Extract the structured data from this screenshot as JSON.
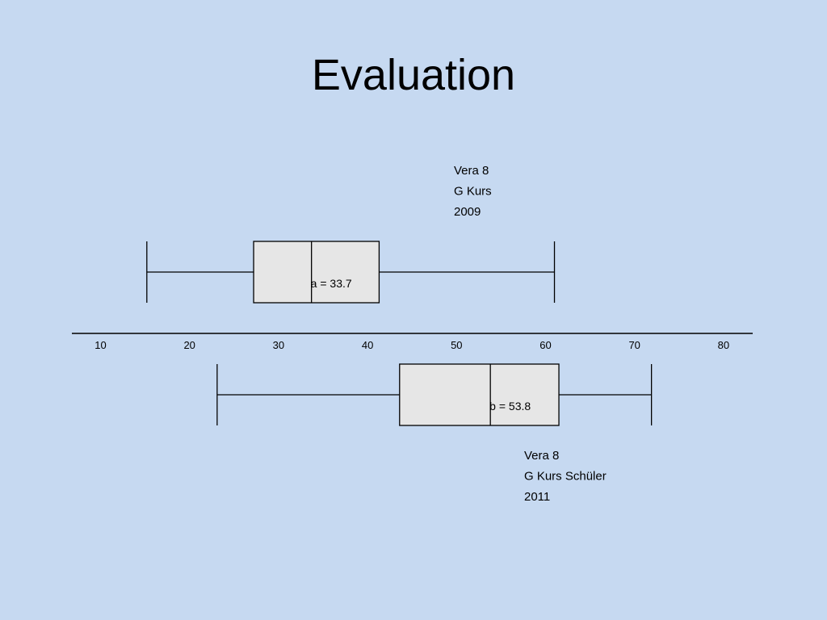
{
  "slide": {
    "title": "Evaluation"
  },
  "chart_data": {
    "type": "boxplot",
    "axis": {
      "min": 10,
      "max": 80,
      "ticks": [
        10,
        20,
        30,
        40,
        50,
        60,
        70,
        80
      ]
    },
    "series": [
      {
        "name": "Vera 8 G Kurs 2009",
        "label_lines": [
          "Vera 8",
          "G Kurs",
          "2009"
        ],
        "whisker_low": 15.2,
        "q1": 27.2,
        "median": 33.7,
        "q3": 41.3,
        "whisker_high": 61.0,
        "median_label": "a = 33.7"
      },
      {
        "name": "Vera 8 G Kurs Schüler 2011",
        "label_lines": [
          "Vera 8",
          "G Kurs Schüler",
          "2011"
        ],
        "whisker_low": 23.1,
        "q1": 43.6,
        "median": 53.8,
        "q3": 61.5,
        "whisker_high": 71.9,
        "median_label": "b = 53.8"
      }
    ],
    "colors": {
      "box_fill": "#e6e6e6",
      "stroke": "#000000"
    }
  }
}
